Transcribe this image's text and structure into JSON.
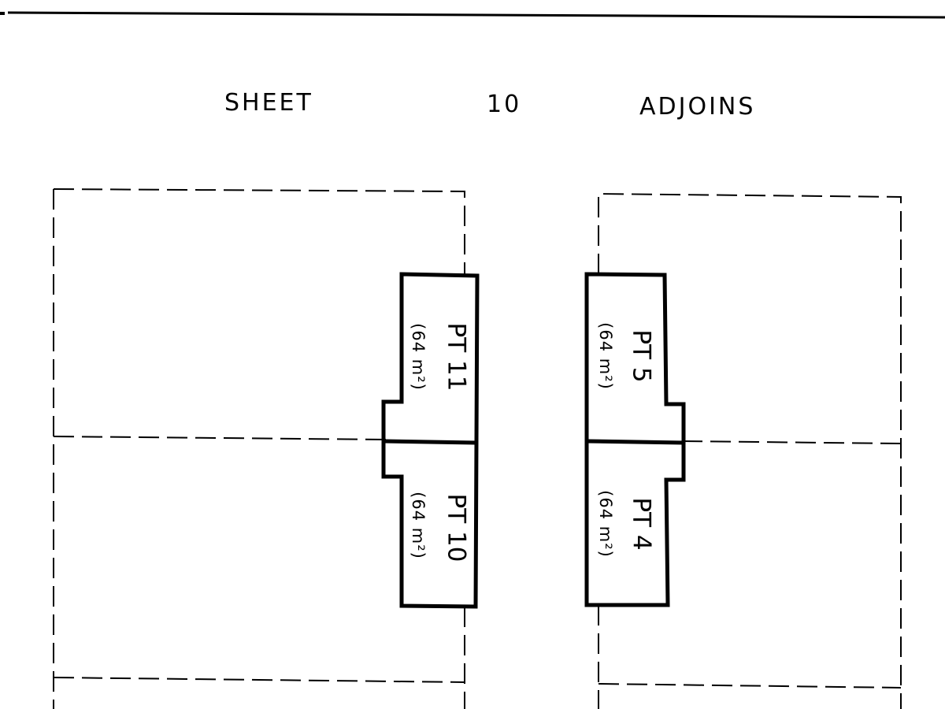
{
  "header": {
    "sheet_label": "SHEET",
    "sheet_number": "10",
    "adjoins_label": "ADJOINS"
  },
  "plots": [
    {
      "id": "pt11",
      "label": "PT 11",
      "area": "(64 m²)"
    },
    {
      "id": "pt10",
      "label": "PT 10",
      "area": "(64 m²)"
    },
    {
      "id": "pt5",
      "label": "PT 5",
      "area": "(64 m²)"
    },
    {
      "id": "pt4",
      "label": "PT 4",
      "area": "(64 m²)"
    }
  ]
}
